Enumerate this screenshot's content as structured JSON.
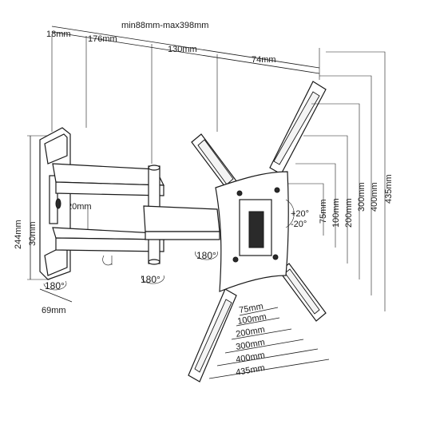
{
  "dimensions": {
    "overall_range": "min88mm-max398mm",
    "plate_offset": "18mm",
    "arm1": "176mm",
    "arm2": "130mm",
    "head": "74mm",
    "plate_height": "244mm",
    "plate_gap": "30mm",
    "arm_spacing": "20mm",
    "plate_depth": "69mm",
    "tilt_up": "+20°",
    "tilt_down": "-20°",
    "vesa_right": [
      "75mm",
      "100mm",
      "200mm",
      "300mm",
      "400mm",
      "435mm"
    ],
    "vesa_bottom": [
      "75mm",
      "100mm",
      "200mm",
      "300mm",
      "400mm",
      "435mm"
    ]
  },
  "rotation": {
    "wall_swivel": "180°",
    "mid_swivel": "180°",
    "head_swivel": "180°"
  }
}
